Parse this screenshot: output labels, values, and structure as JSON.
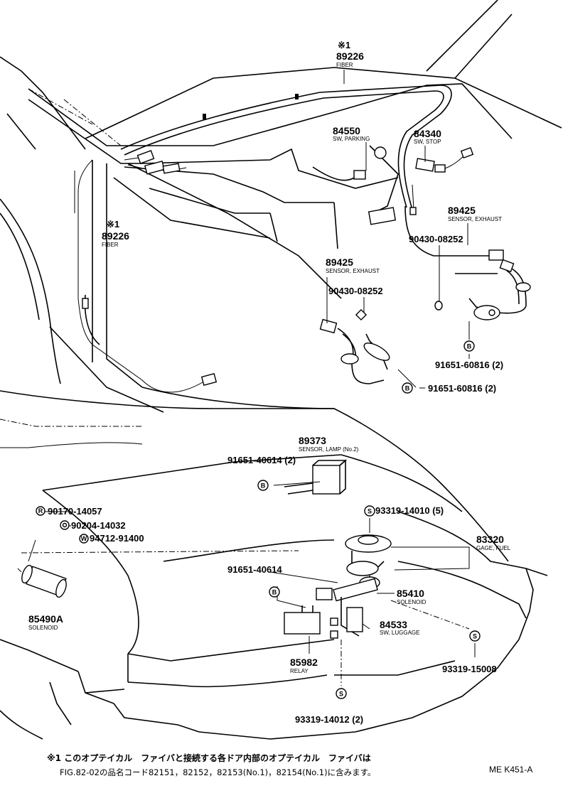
{
  "labels": {
    "fiber_top": {
      "mark": "※1",
      "part": "89226",
      "desc": "FIBER"
    },
    "fiber_left": {
      "mark": "※1",
      "part": "89226",
      "desc": "FIBER"
    },
    "sw_parking": {
      "part": "84550",
      "desc": "SW, PARKING"
    },
    "sw_stop": {
      "part": "84340",
      "desc": "SW, STOP"
    },
    "sensor_exhaust_right": {
      "part": "89425",
      "desc": "SENSOR, EXHAUST"
    },
    "sensor_exhaust_center": {
      "part": "89425",
      "desc": "SENSOR, EXHAUST"
    },
    "gasket_right": {
      "part": "90430-08252"
    },
    "gasket_center": {
      "part": "90430-08252"
    },
    "bolt_right": {
      "part": "91651-60816 (2)",
      "marker": "B"
    },
    "bolt_center": {
      "part": "91651-60816 (2)",
      "marker": "B"
    },
    "sensor_lamp": {
      "part": "89373",
      "desc": "SENSOR, LAMP (No.2)"
    },
    "bolt_lamp": {
      "part": "91651-40614 (2)",
      "marker": "B"
    },
    "clip_1": {
      "part": "90170-14057",
      "marker": "R"
    },
    "clip_2": {
      "part": "90204-14032"
    },
    "clip_3": {
      "part": "94712-91400",
      "marker": "W"
    },
    "solenoid_left": {
      "part": "85490A",
      "desc": "SOLENOID"
    },
    "screw_gage": {
      "part": "93319-14010 (5)",
      "marker": "S"
    },
    "gage_fuel": {
      "part": "83320",
      "desc": "GAGE, FUEL"
    },
    "bolt_relay": {
      "part": "91651-40614",
      "marker": "B"
    },
    "solenoid_right": {
      "part": "85410",
      "desc": "SOLENOID"
    },
    "sw_luggage": {
      "part": "84533",
      "desc": "SW, LUGGAGE"
    },
    "relay": {
      "part": "85982",
      "desc": "RELAY"
    },
    "screw_right": {
      "part": "93319-15008",
      "marker": "S"
    },
    "screw_bottom": {
      "part": "93319-14012 (2)",
      "marker": "S"
    }
  },
  "footnote": {
    "line1": "※1 このオプテイカル　ファイバと接続する各ドア内部のオプテイカル　ファイバは",
    "line2": "FIG.82-02の品名コード82151，82152，82153(No.1)，82154(No.1)に含みます。"
  },
  "ref_code": "ME K451-A"
}
